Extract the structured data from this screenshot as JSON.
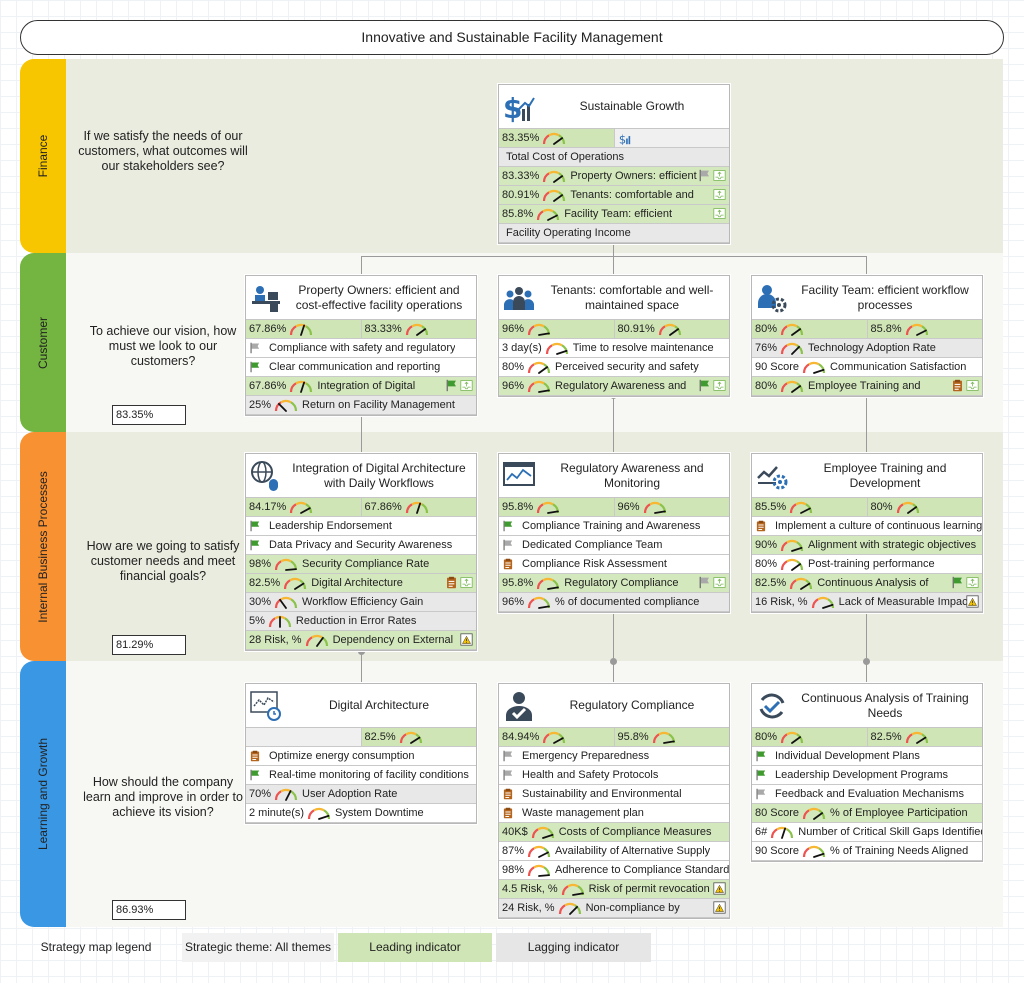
{
  "title": "Innovative and Sustainable Facility Management",
  "colors": {
    "finance": "#f7c600",
    "customer": "#74b441",
    "internal": "#f79131",
    "learning": "#3a97e3",
    "leading": "#cfe5b5",
    "lagging": "#e6e6e6",
    "lane_dark": "#e9ecdf",
    "lane_light": "#f7f7f3"
  },
  "lanes": [
    {
      "label": "Finance",
      "question": "If we satisfy the needs of our customers, what outcomes will our stakeholders see?",
      "score": ""
    },
    {
      "label": "Customer",
      "question": "To achieve our vision, how must we look to our customers?",
      "score": "83.35%"
    },
    {
      "label": "Internal Business Processes",
      "question": "How are we going to satisfy customer needs and meet financial goals?",
      "score": "81.29%"
    },
    {
      "label": "Learning and Growth",
      "question": "How should the company learn and improve in order to achieve its vision?",
      "score": "86.93%"
    }
  ],
  "cards": [
    {
      "title": "Sustainable Growth",
      "icon": "dollar-growth-icon",
      "scores": [
        {
          "v": "83.35%",
          "g": 0.8,
          "lead": true
        },
        {
          "v": "",
          "g": null,
          "icon": "dollar-chart-icon"
        }
      ],
      "rows": [
        {
          "t": "lag",
          "v": "",
          "n": "Total Cost of Operations",
          "g": null
        },
        {
          "t": "lead",
          "v": "83.33%",
          "n": "Property Owners: efficient",
          "g": 0.8,
          "flag": "grey",
          "ic": [
            "flag-grey-icon",
            "tray-icon"
          ]
        },
        {
          "t": "lead",
          "v": "80.91%",
          "n": "Tenants: comfortable and",
          "g": 0.8,
          "ic": [
            "tray-icon"
          ]
        },
        {
          "t": "lead",
          "v": "85.8%",
          "n": "Facility Team: efficient",
          "g": 0.85,
          "ic": [
            "tray-icon"
          ]
        },
        {
          "t": "lag",
          "v": "",
          "n": "Facility Operating Income",
          "g": null
        }
      ]
    },
    {
      "title": "Property Owners: efficient and cost-effective facility operations",
      "icon": "desk-user-icon",
      "scores": [
        {
          "v": "67.86%",
          "g": 0.6
        },
        {
          "v": "83.33%",
          "g": 0.8
        }
      ],
      "rows": [
        {
          "t": "ini",
          "v": "",
          "n": "Compliance with safety and regulatory",
          "flag": "grey"
        },
        {
          "t": "ini",
          "v": "",
          "n": "Clear communication and reporting",
          "flag": "green"
        },
        {
          "t": "lead",
          "v": "67.86%",
          "n": "Integration of Digital",
          "g": 0.6,
          "ic": [
            "flag-green-icon",
            "tray-icon"
          ]
        },
        {
          "t": "lag",
          "v": "25%",
          "n": "Return on Facility Management",
          "g": 0.25
        }
      ]
    },
    {
      "title": "Tenants: comfortable and well-maintained space",
      "icon": "people-group-icon",
      "scores": [
        {
          "v": "96%",
          "g": 0.95
        },
        {
          "v": "80.91%",
          "g": 0.8
        }
      ],
      "rows": [
        {
          "t": "ini",
          "v": "3 day(s)",
          "n": "Time to resolve maintenance",
          "g": 0.9
        },
        {
          "t": "ini",
          "v": "80%",
          "n": "Perceived security and safety",
          "g": 0.8
        },
        {
          "t": "lead",
          "v": "96%",
          "n": "Regulatory Awareness and",
          "g": 0.95,
          "ic": [
            "flag-green-icon",
            "tray-icon"
          ]
        }
      ]
    },
    {
      "title": "Facility Team: efficient workflow processes",
      "icon": "team-gear-icon",
      "scores": [
        {
          "v": "80%",
          "g": 0.8
        },
        {
          "v": "85.8%",
          "g": 0.85
        }
      ],
      "rows": [
        {
          "t": "lag",
          "v": "76%",
          "n": "Technology Adoption Rate",
          "g": 0.75
        },
        {
          "t": "ini",
          "v": "90 Score",
          "n": "Communication Satisfaction",
          "g": 0.9
        },
        {
          "t": "lead",
          "v": "80%",
          "n": "Employee Training and",
          "g": 0.8,
          "ic": [
            "clipboard-icon",
            "tray-icon"
          ]
        }
      ]
    },
    {
      "title": "Integration of Digital Architecture with Daily Workflows",
      "icon": "globe-mouse-icon",
      "scores": [
        {
          "v": "84.17%",
          "g": 0.84
        },
        {
          "v": "67.86%",
          "g": 0.6
        }
      ],
      "rows": [
        {
          "t": "ini",
          "v": "",
          "n": "Leadership Endorsement",
          "flag": "green"
        },
        {
          "t": "ini",
          "v": "",
          "n": "Data Privacy and Security Awareness",
          "flag": "green"
        },
        {
          "t": "lead",
          "v": "98%",
          "n": "Security Compliance Rate",
          "g": 0.97
        },
        {
          "t": "lead",
          "v": "82.5%",
          "n": "Digital Architecture",
          "g": 0.82,
          "ic": [
            "clipboard-icon",
            "tray-icon"
          ]
        },
        {
          "t": "lag",
          "v": "30%",
          "n": "Workflow Efficiency Gain",
          "g": 0.3
        },
        {
          "t": "lag",
          "v": "5%",
          "n": "Reduction in Error Rates",
          "g": 0.5
        },
        {
          "t": "lead",
          "v": "28 Risk, %",
          "n": "Dependency on External",
          "g": 0.7,
          "ic": [
            "risk-icon"
          ]
        }
      ]
    },
    {
      "title": "Regulatory Awareness and Monitoring",
      "icon": "monitor-chart-icon",
      "scores": [
        {
          "v": "95.8%",
          "g": 0.95
        },
        {
          "v": "96%",
          "g": 0.95
        }
      ],
      "rows": [
        {
          "t": "ini",
          "v": "",
          "n": "Compliance Training and Awareness",
          "flag": "green"
        },
        {
          "t": "ini",
          "v": "",
          "n": "Dedicated Compliance Team",
          "flag": "grey"
        },
        {
          "t": "ini",
          "v": "",
          "n": "Compliance Risk Assessment",
          "flag": "clip"
        },
        {
          "t": "lead",
          "v": "95.8%",
          "n": "Regulatory Compliance",
          "g": 0.95,
          "ic": [
            "flag-grey-icon",
            "tray-icon"
          ]
        },
        {
          "t": "lag",
          "v": "96%",
          "n": "% of documented compliance",
          "g": 0.95
        }
      ]
    },
    {
      "title": "Employee Training and Development",
      "icon": "chart-gear-icon",
      "scores": [
        {
          "v": "85.5%",
          "g": 0.85
        },
        {
          "v": "80%",
          "g": 0.8
        }
      ],
      "rows": [
        {
          "t": "ini",
          "v": "",
          "n": "Implement a culture of continuous learning",
          "flag": "clip"
        },
        {
          "t": "lead",
          "v": "90%",
          "n": "Alignment with strategic objectives",
          "g": 0.9
        },
        {
          "t": "ini",
          "v": "80%",
          "n": "Post-training performance",
          "g": 0.8
        },
        {
          "t": "lead",
          "v": "82.5%",
          "n": "Continuous Analysis of",
          "g": 0.82,
          "ic": [
            "flag-green-icon",
            "tray-icon"
          ]
        },
        {
          "t": "lag",
          "v": "16 Risk, %",
          "n": "Lack of Measurable Impact",
          "g": 0.9,
          "ic": [
            "risk-icon"
          ]
        }
      ]
    },
    {
      "title": "Digital Architecture",
      "icon": "chart-clock-icon",
      "scores": [
        {
          "v": "",
          "g": null
        },
        {
          "v": "82.5%",
          "g": 0.82,
          "lead": true
        }
      ],
      "rows": [
        {
          "t": "ini",
          "v": "",
          "n": "Optimize energy consumption",
          "flag": "clip"
        },
        {
          "t": "ini",
          "v": "",
          "n": "Real-time monitoring of facility conditions",
          "flag": "green"
        },
        {
          "t": "lag",
          "v": "70%",
          "n": "User Adoption Rate",
          "g": 0.65
        },
        {
          "t": "ini",
          "v": "2 minute(s)",
          "n": "System Downtime",
          "g": 0.9
        }
      ]
    },
    {
      "title": "Regulatory Compliance",
      "icon": "user-check-icon",
      "scores": [
        {
          "v": "84.94%",
          "g": 0.84
        },
        {
          "v": "95.8%",
          "g": 0.95
        }
      ],
      "rows": [
        {
          "t": "ini",
          "v": "",
          "n": "Emergency Preparedness",
          "flag": "grey"
        },
        {
          "t": "ini",
          "v": "",
          "n": "Health and Safety Protocols",
          "flag": "grey"
        },
        {
          "t": "ini",
          "v": "",
          "n": "Sustainability and Environmental",
          "flag": "clip"
        },
        {
          "t": "ini",
          "v": "",
          "n": "Waste management plan",
          "flag": "clip"
        },
        {
          "t": "lead",
          "v": "40K$",
          "n": "Costs of Compliance Measures",
          "g": 0.9
        },
        {
          "t": "ini",
          "v": "87%",
          "n": "Availability of Alternative Supply",
          "g": 0.85
        },
        {
          "t": "ini",
          "v": "98%",
          "n": "Adherence to Compliance Standards",
          "g": 0.97
        },
        {
          "t": "lead",
          "v": "4.5 Risk, %",
          "n": "Risk of permit revocation",
          "g": 0.95,
          "ic": [
            "risk-icon"
          ]
        },
        {
          "t": "lag",
          "v": "24 Risk, %",
          "n": "Non-compliance by",
          "g": 0.75,
          "ic": [
            "risk-icon"
          ]
        }
      ]
    },
    {
      "title": "Continuous Analysis of Training Needs",
      "icon": "cycle-check-icon",
      "scores": [
        {
          "v": "80%",
          "g": 0.8
        },
        {
          "v": "82.5%",
          "g": 0.82
        }
      ],
      "rows": [
        {
          "t": "ini",
          "v": "",
          "n": "Individual Development Plans",
          "flag": "green"
        },
        {
          "t": "ini",
          "v": "",
          "n": "Leadership Development Programs",
          "flag": "green"
        },
        {
          "t": "ini",
          "v": "",
          "n": "Feedback and Evaluation Mechanisms",
          "flag": "grey"
        },
        {
          "t": "lead",
          "v": "80 Score",
          "n": "% of Employee Participation",
          "g": 0.8
        },
        {
          "t": "ini",
          "v": "6#",
          "n": "Number of Critical Skill Gaps Identified",
          "g": 0.6
        },
        {
          "t": "ini",
          "v": "90 Score",
          "n": "% of Training Needs Aligned",
          "g": 0.9
        }
      ]
    }
  ],
  "legend": {
    "label": "Strategy map legend",
    "theme": "Strategic theme: All themes",
    "leading": "Leading indicator",
    "lagging": "Lagging indicator"
  }
}
